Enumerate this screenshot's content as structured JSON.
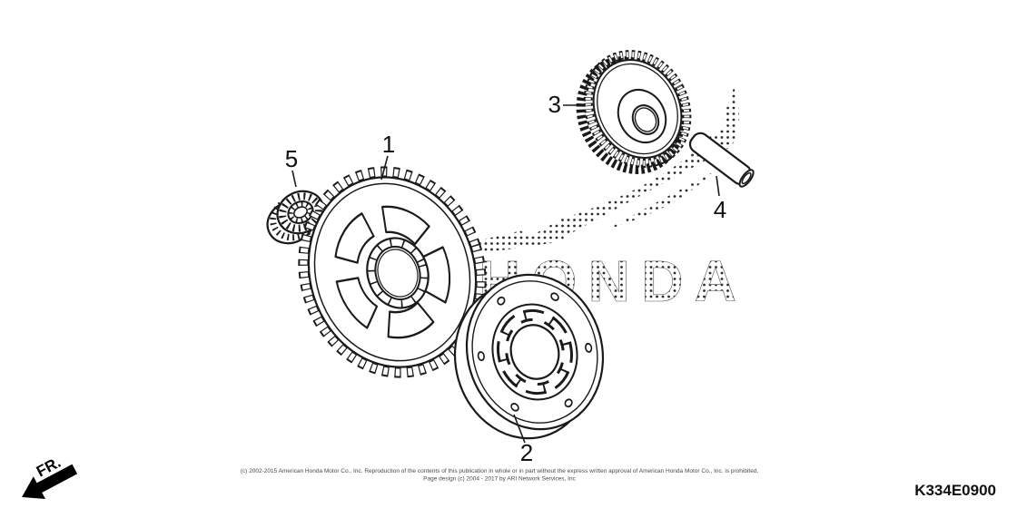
{
  "colors": {
    "line": "#1a1a1a",
    "dot": "#2b2b2b",
    "background": "#ffffff"
  },
  "parts": [
    {
      "ref": "1"
    },
    {
      "ref": "2"
    },
    {
      "ref": "3"
    },
    {
      "ref": "4"
    },
    {
      "ref": "5"
    }
  ],
  "front_marker": "FR.",
  "watermark": "HONDA",
  "footer": {
    "copyright_line1": "(c) 2002-2015 American Honda Motor Co., Inc. Reproduction of the contents of this publication in whole or in part without the express written approval of American Honda Motor Co., Inc. is prohibited.",
    "copyright_line2": "Page design (c) 2004 - 2017 by ARI Network Services, Inc",
    "diagram_code": "K334E0900"
  }
}
